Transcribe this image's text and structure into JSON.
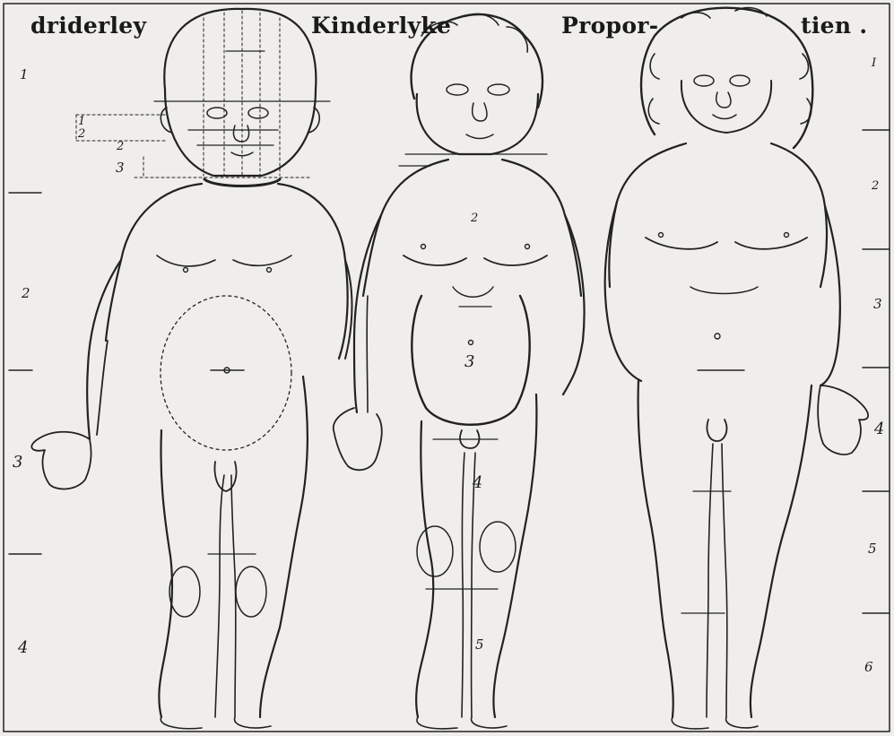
{
  "title": {
    "words": [
      "driderley",
      "Kinderlyke",
      "Propor-",
      "tien ."
    ]
  },
  "left_scale": [
    "1",
    "2",
    "3",
    "4"
  ],
  "head_scale": [
    "1",
    "2",
    "2",
    "3"
  ],
  "figure_numbers": {
    "middle": [
      "2",
      "3",
      "4",
      "5"
    ]
  },
  "right_scale": [
    "I",
    "2",
    "3",
    "4",
    "5",
    "6"
  ],
  "colors": {
    "ink": "#1a1a1a",
    "paper": "#efeeea"
  }
}
